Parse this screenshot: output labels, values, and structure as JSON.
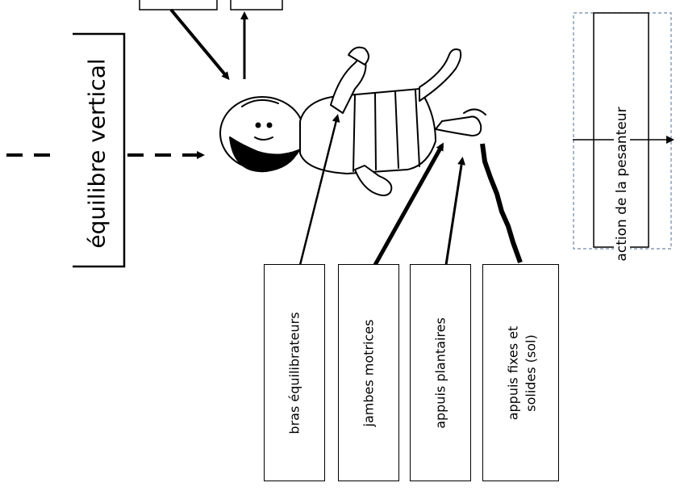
{
  "title_label": "équilibre vertical",
  "gravity_label": "action de la pesanteur",
  "labels": {
    "arms": "bras équilibrateurs",
    "legs": "jambes motrices",
    "soles": "appuis plantaires",
    "ground_line1": "appuis fixes et",
    "ground_line2": "solides (sol)"
  },
  "colors": {
    "ink": "#000000",
    "dashed_frame": "#6f86a6"
  }
}
